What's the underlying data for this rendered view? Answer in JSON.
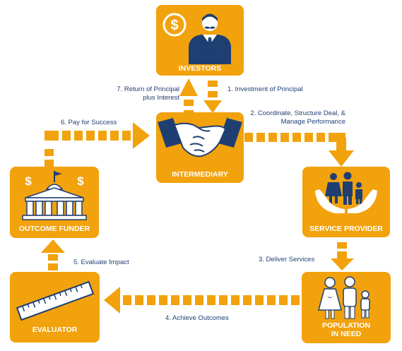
{
  "colors": {
    "orange": "#f2a20c",
    "navy": "#1f3f73",
    "white": "#ffffff"
  },
  "nodes": {
    "investors": {
      "label": "INVESTORS",
      "icon": "investor-money-person-icon"
    },
    "intermediary": {
      "label": "INTERMEDIARY",
      "icon": "handshake-icon"
    },
    "service_provider": {
      "label": "SERVICE PROVIDER",
      "icon": "family-in-hands-icon"
    },
    "population": {
      "label_line1": "POPULATION",
      "label_line2": "IN NEED",
      "icon": "family-icon"
    },
    "evaluator": {
      "label": "EVALUATOR",
      "icon": "ruler-icon"
    },
    "outcome_funder": {
      "label": "OUTCOME FUNDER",
      "icon": "government-building-money-icon"
    }
  },
  "steps": {
    "s1": "1. Investment of Principal",
    "s2_line1": "2. Coordinate, Structure Deal, &",
    "s2_line2": "Manage Performance",
    "s3": "3. Deliver Services",
    "s4": "4. Achieve Outcomes",
    "s5": "5. Evaluate Impact",
    "s6": "6. Pay for Success",
    "s7_line1": "7. Return of Principal",
    "s7_line2": "plus Interest"
  }
}
